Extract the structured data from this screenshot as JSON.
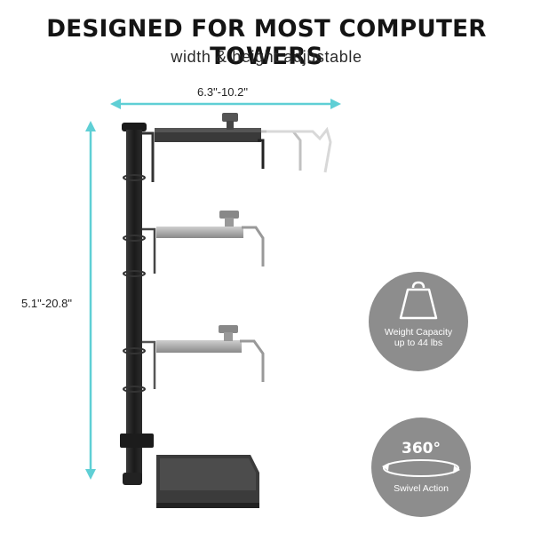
{
  "header": {
    "title": "DESIGNED FOR MOST COMPUTER TOWERS",
    "subtitle": "width & height adjustable"
  },
  "dimensions": {
    "width_range": "6.3\"-10.2\"",
    "height_range": "5.1\"-20.8\""
  },
  "badges": {
    "weight": {
      "line1": "Weight Capacity",
      "line2": "up to 44 lbs",
      "icon": "weight-icon"
    },
    "swivel": {
      "degrees": "360°",
      "label": "Swivel Action",
      "icon": "rotate-arrows-icon"
    }
  },
  "colors": {
    "arrow": "#5fcfd5",
    "badge": "#8d8d8d",
    "pole": "#1c1c1c"
  }
}
